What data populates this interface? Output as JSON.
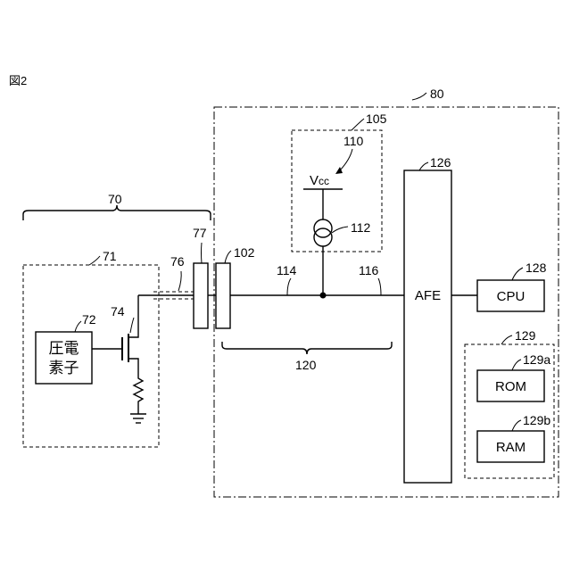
{
  "figure_label": "図2",
  "labels": {
    "l80": "80",
    "l70": "70",
    "l71": "71",
    "l72": "72",
    "l74": "74",
    "l76": "76",
    "l77": "77",
    "l102": "102",
    "l105": "105",
    "l110": "110",
    "l112": "112",
    "l114": "114",
    "l116": "116",
    "l120": "120",
    "l126": "126",
    "l128": "128",
    "l129": "129",
    "l129a": "129a",
    "l129b": "129b"
  },
  "blocks": {
    "piezo_line1": "圧電",
    "piezo_line2": "素子",
    "vcc_main": "V",
    "vcc_sub": "cc",
    "afe": "AFE",
    "cpu": "CPU",
    "rom": "ROM",
    "ram": "RAM"
  }
}
